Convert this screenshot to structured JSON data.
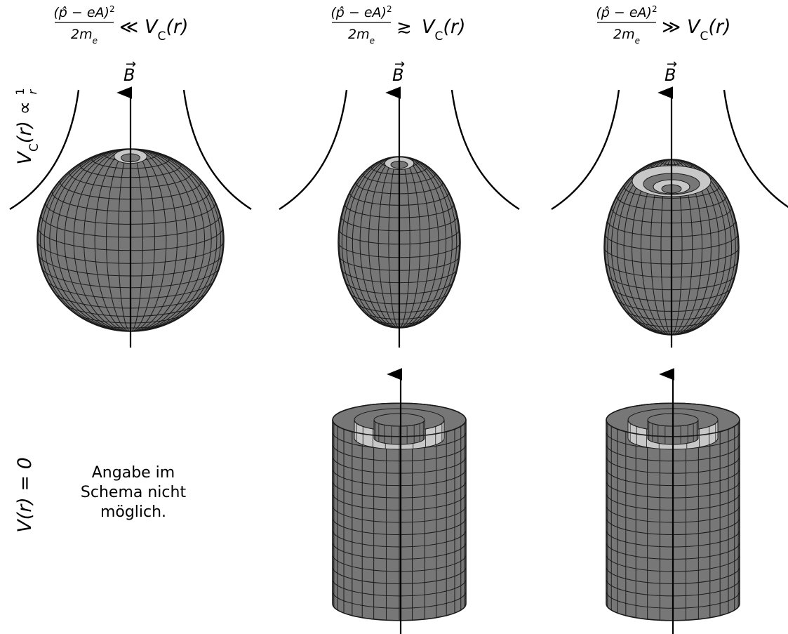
{
  "columns": [
    {
      "id": "col1",
      "header": {
        "numerator": "(p̂ − eA)",
        "exponent": "2",
        "denominator": "2m",
        "denominator_sub": "e",
        "relation": "≪",
        "rhs": "V",
        "rhs_sub": "C",
        "rhs_arg": "(r)"
      },
      "field_label": "B"
    },
    {
      "id": "col2",
      "header": {
        "numerator": "(p̂ − eA)",
        "exponent": "2",
        "denominator": "2m",
        "denominator_sub": "e",
        "relation": "≳",
        "rhs": "V",
        "rhs_sub": "C",
        "rhs_arg": "(r)"
      },
      "field_label": "B"
    },
    {
      "id": "col3",
      "header": {
        "numerator": "(p̂ − eA)",
        "exponent": "2",
        "denominator": "2m",
        "denominator_sub": "e",
        "relation": "≫",
        "rhs": "V",
        "rhs_sub": "C",
        "rhs_arg": "(r)"
      },
      "field_label": "B"
    }
  ],
  "rows": {
    "coulomb": {
      "label_main": "V",
      "label_sub": "C",
      "label_rest": "(r) ∝ ",
      "label_frac_num": "1",
      "label_frac_den": "r"
    },
    "free": {
      "label": "V(r) = 0"
    }
  },
  "note": {
    "line1": "Angabe im",
    "line2": "Schema nicht",
    "line3": "möglich."
  },
  "colors": {
    "surface_dark": "#777777",
    "surface_light": "#c8c8c8",
    "grid_line": "#1a1a1a",
    "axis": "#000000"
  }
}
